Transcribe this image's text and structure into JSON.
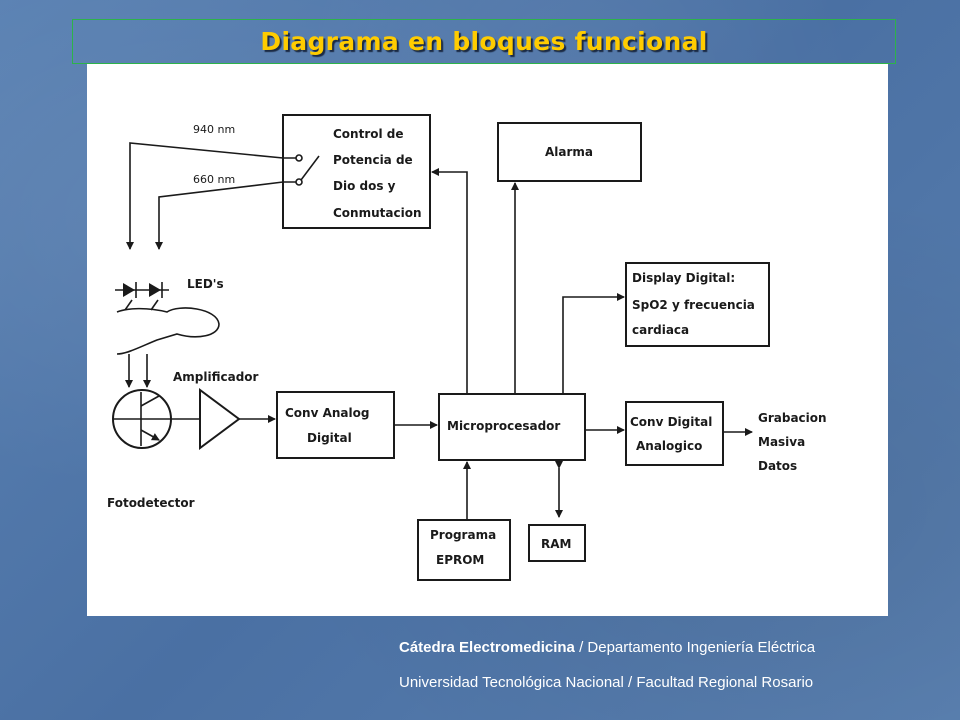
{
  "title": "Diagrama en bloques funcional",
  "diagram": {
    "wavelength_1": "940 nm",
    "wavelength_2": "660 nm",
    "control_box": [
      "Control de",
      "Potencia de",
      "Dio dos y",
      "Conmutacion"
    ],
    "alarma": "Alarma",
    "leds": "LED's",
    "display_box": [
      "Display Digital:",
      "SpO2 y frecuencia",
      "cardiaca"
    ],
    "amplificador": "Amplificador",
    "adc_box": [
      "Conv Analog",
      "Digital"
    ],
    "micro": "Microprocesador",
    "dac_box": [
      "Conv Digital",
      "Analogico"
    ],
    "grabacion": [
      "Grabacion",
      "Masiva",
      "Datos"
    ],
    "fotodetector": "Fotodetector",
    "eprom_box": [
      "Programa",
      "EPROM"
    ],
    "ram": "RAM"
  },
  "footer": {
    "line1_bold": "Cátedra Electromedicina",
    "line1_rest": " / Departamento Ingeniería Eléctrica",
    "line2": "Universidad Tecnológica Nacional / Facultad Regional Rosario"
  }
}
